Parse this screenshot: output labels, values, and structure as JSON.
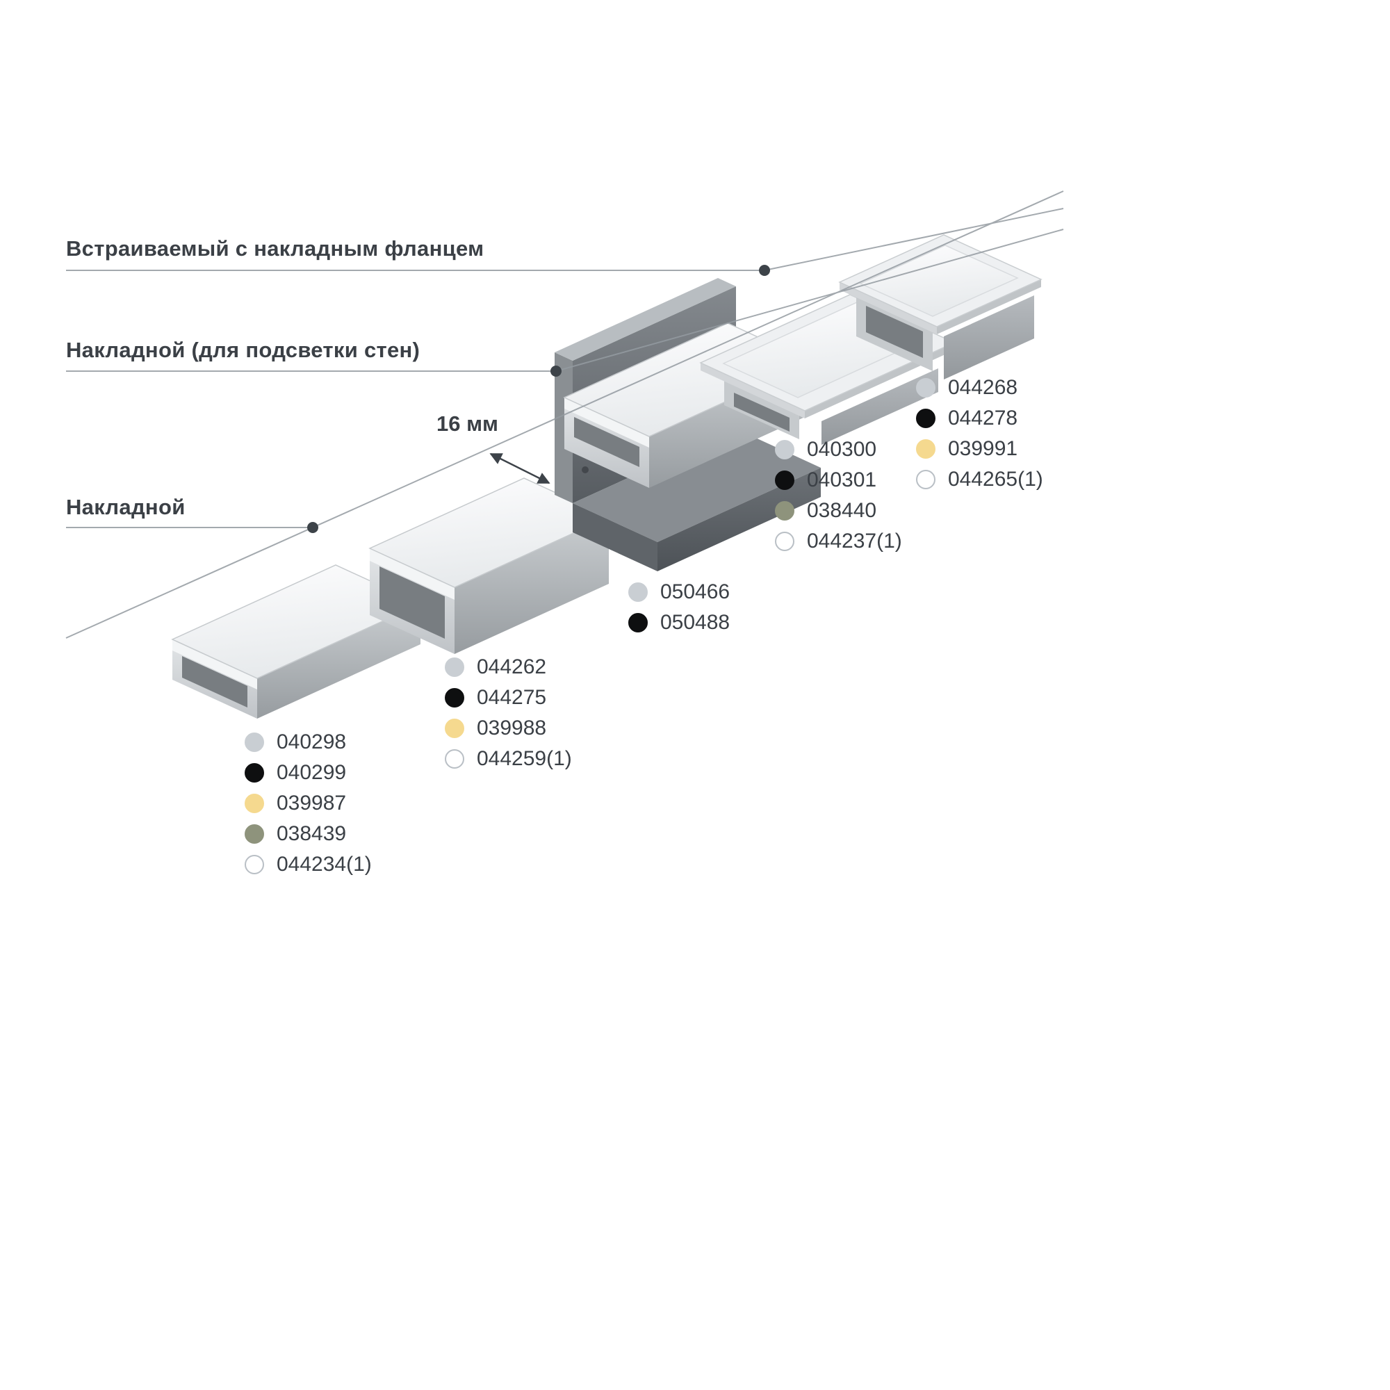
{
  "labels": {
    "recessed_flange": "Встраиваемый с накладным фланцем",
    "surface_wall": "Накладной (для подсветки стен)",
    "surface": "Накладной",
    "dimension": "16 мм"
  },
  "palette": {
    "gray": "#c9ced3",
    "black": "#0e0f10",
    "yellow": "#f5d98f",
    "olive": "#8e937c",
    "white": "#ffffff",
    "white_border": "#b9bfc5",
    "text": "#3b4046",
    "leader_line": "#949ba1"
  },
  "groups": [
    {
      "id": "profile-surface-low",
      "items": [
        {
          "color": "#c9ced3",
          "border": "#c9ced3",
          "code": "040298"
        },
        {
          "color": "#0e0f10",
          "border": "#0e0f10",
          "code": "040299"
        },
        {
          "color": "#f5d98f",
          "border": "#f5d98f",
          "code": "039987"
        },
        {
          "color": "#8e937c",
          "border": "#8e937c",
          "code": "038439"
        },
        {
          "color": "#ffffff",
          "border": "#b9bfc5",
          "code": "044234(1)"
        }
      ]
    },
    {
      "id": "profile-surface-high",
      "items": [
        {
          "color": "#c9ced3",
          "border": "#c9ced3",
          "code": "044262"
        },
        {
          "color": "#0e0f10",
          "border": "#0e0f10",
          "code": "044275"
        },
        {
          "color": "#f5d98f",
          "border": "#f5d98f",
          "code": "039988"
        },
        {
          "color": "#ffffff",
          "border": "#b9bfc5",
          "code": "044259(1)"
        }
      ]
    },
    {
      "id": "profile-wall-mount",
      "items": [
        {
          "color": "#c9ced3",
          "border": "#c9ced3",
          "code": "050466"
        },
        {
          "color": "#0e0f10",
          "border": "#0e0f10",
          "code": "050488"
        }
      ]
    },
    {
      "id": "profile-recessed-low",
      "items": [
        {
          "color": "#c9ced3",
          "border": "#c9ced3",
          "code": "040300"
        },
        {
          "color": "#0e0f10",
          "border": "#0e0f10",
          "code": "040301"
        },
        {
          "color": "#8e937c",
          "border": "#8e937c",
          "code": "038440"
        },
        {
          "color": "#ffffff",
          "border": "#b9bfc5",
          "code": "044237(1)"
        }
      ]
    },
    {
      "id": "profile-recessed-high",
      "items": [
        {
          "color": "#c9ced3",
          "border": "#c9ced3",
          "code": "044268"
        },
        {
          "color": "#0e0f10",
          "border": "#0e0f10",
          "code": "044278"
        },
        {
          "color": "#f5d98f",
          "border": "#f5d98f",
          "code": "039991"
        },
        {
          "color": "#ffffff",
          "border": "#b9bfc5",
          "code": "044265(1)"
        }
      ]
    }
  ]
}
